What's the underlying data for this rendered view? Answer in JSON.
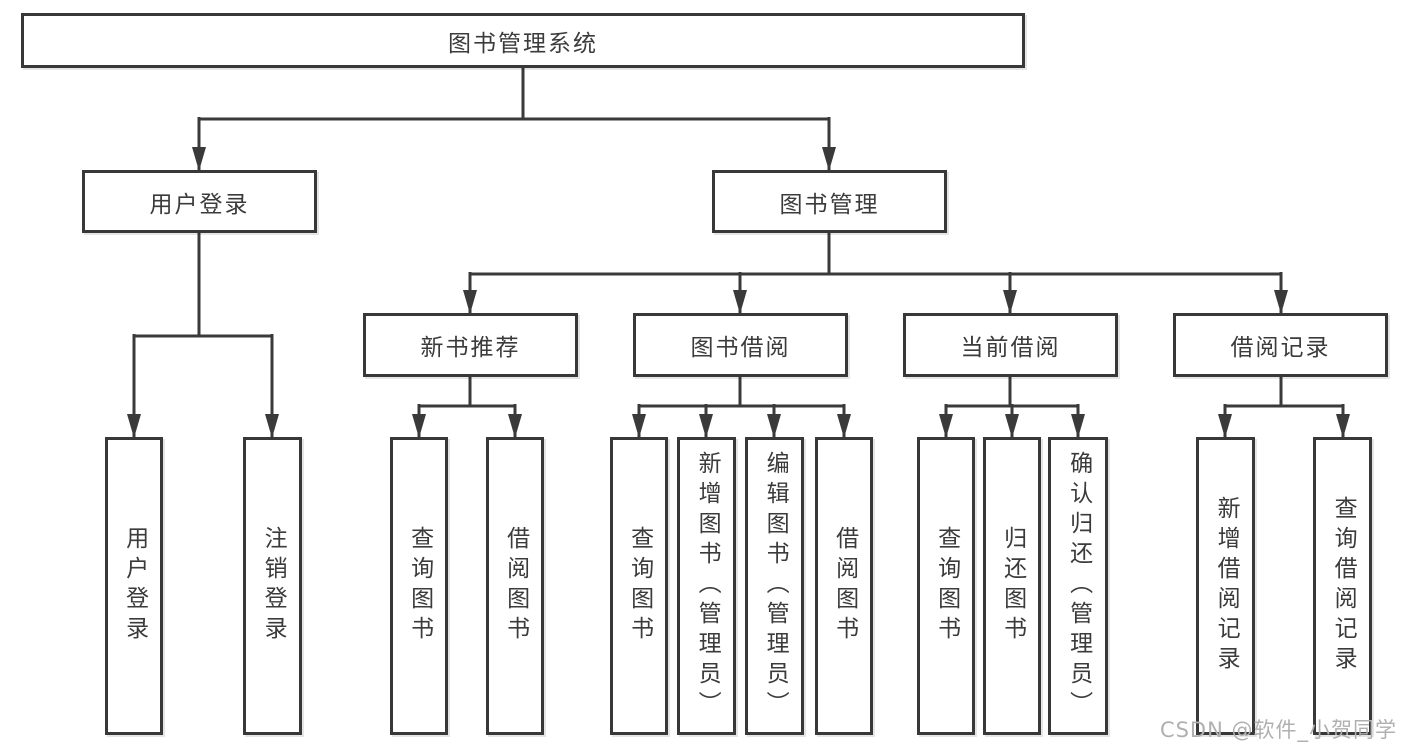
{
  "tree": {
    "label": "图书管理系统",
    "children": [
      {
        "label": "用户登录",
        "children": [
          {
            "label": "用户登录"
          },
          {
            "label": "注销登录"
          }
        ]
      },
      {
        "label": "图书管理",
        "children": [
          {
            "label": "新书推荐",
            "children": [
              {
                "label": "查询图书"
              },
              {
                "label": "借阅图书"
              }
            ]
          },
          {
            "label": "图书借阅",
            "children": [
              {
                "label": "查询图书"
              },
              {
                "label": "新增图书（管理员）"
              },
              {
                "label": "编辑图书（管理员）"
              },
              {
                "label": "借阅图书"
              }
            ]
          },
          {
            "label": "当前借阅",
            "children": [
              {
                "label": "查询图书"
              },
              {
                "label": "归还图书"
              },
              {
                "label": "确认归还（管理员）"
              }
            ]
          },
          {
            "label": "借阅记录",
            "children": [
              {
                "label": "新增借阅记录"
              },
              {
                "label": "查询借阅记录"
              }
            ]
          }
        ]
      }
    ]
  },
  "watermark": {
    "text": "CSDN @软件_小贺同学"
  },
  "colors": {
    "line": "#3a3a3a",
    "box_border": "#383838",
    "text": "#3b3b3b",
    "watermark": "#b0b0b0",
    "background": "#ffffff"
  }
}
